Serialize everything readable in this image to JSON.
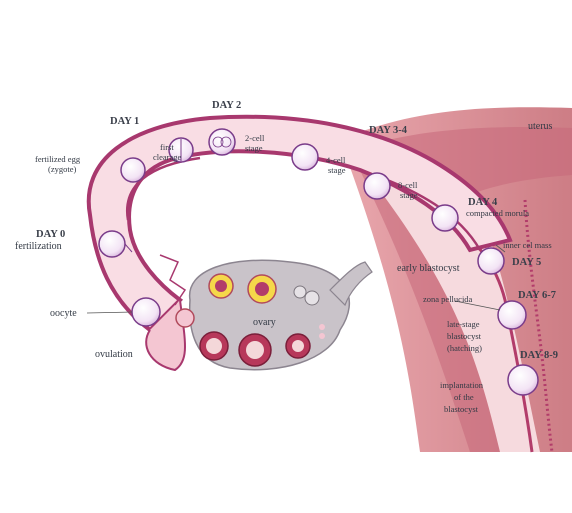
{
  "days": {
    "day0": "DAY 0",
    "day1": "DAY 1",
    "day2": "DAY 2",
    "day34": "DAY 3-4",
    "day4": "DAY 4",
    "day5": "DAY 5",
    "day67": "DAY 6-7",
    "day89": "DAY 8-9"
  },
  "labels": {
    "uterus": "uterus",
    "fertilized_egg_1": "fertilized egg",
    "fertilized_egg_2": "(zygote)",
    "first_cleavage_1": "first",
    "first_cleavage_2": "clearage",
    "two_cell_1": "2-cell",
    "two_cell_2": "stage",
    "four_cell_1": "4-cell",
    "four_cell_2": "stage",
    "eight_cell_1": "8-cell",
    "eight_cell_2": "stage",
    "compacted_morula": "compacted morula",
    "fertilization": "fertilization",
    "inner_cell_mass": "inner cel mass",
    "early_blastocyst": "early blastocyst",
    "oocyte": "oocyte",
    "ovary": "ovary",
    "zona_pellucida": "zona pellucida",
    "late_stage_1": "late-stage",
    "late_stage_2": "blastocyst",
    "late_stage_3": "(hatching)",
    "ovulation": "ovulation",
    "implantation_1": "implantation",
    "implantation_2": "of the",
    "implantation_3": "blastocyst"
  },
  "colors": {
    "tube_wall": "#a8386e",
    "tube_lumen": "#f9dde4",
    "uterus_wall": "#d98a92",
    "uterus_muscle": "#b23c6a",
    "endometrium": "#efc4c8",
    "ovary": "#c9c3c9",
    "cell_outline": "#7a3c8a"
  }
}
